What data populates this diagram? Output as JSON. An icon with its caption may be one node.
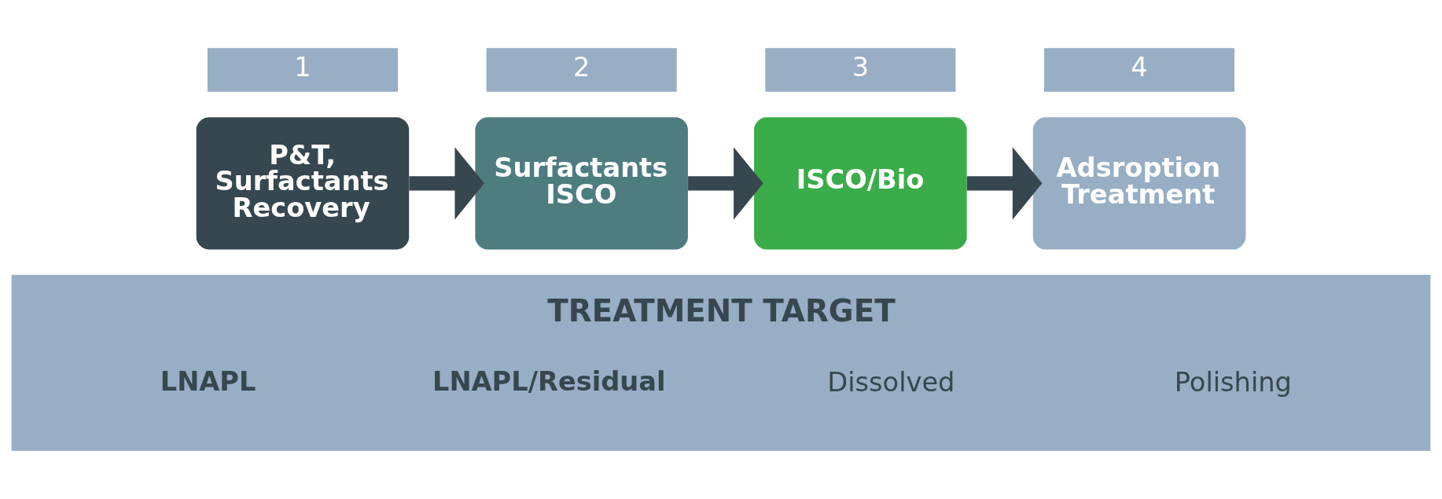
{
  "diagram": {
    "nodes": [
      {
        "text": [
          "1"
        ]
      },
      {
        "text": [
          "2"
        ]
      },
      {
        "text": [
          "3"
        ]
      },
      {
        "text": [
          "4"
        ]
      },
      {
        "text": [
          "P&T, Surfactants Recovery"
        ]
      },
      {
        "text": [
          "Surfactants ISCO"
        ]
      },
      {
        "text": [
          "ISCO/Bio"
        ]
      },
      {
        "text": [
          "Adsroption Treatment"
        ]
      },
      {
        "text": [
          "TREATMENT TARGET",
          "LNAPL",
          "LNAPL/Residual",
          "Dissolved",
          "Polishing"
        ]
      }
    ],
    "edges": [
      {
        "from": 4,
        "to": 5,
        "arrow": "to"
      },
      {
        "from": 5,
        "to": 6,
        "arrow": "to"
      },
      {
        "from": 6,
        "to": 7,
        "arrow": "to"
      }
    ]
  }
}
